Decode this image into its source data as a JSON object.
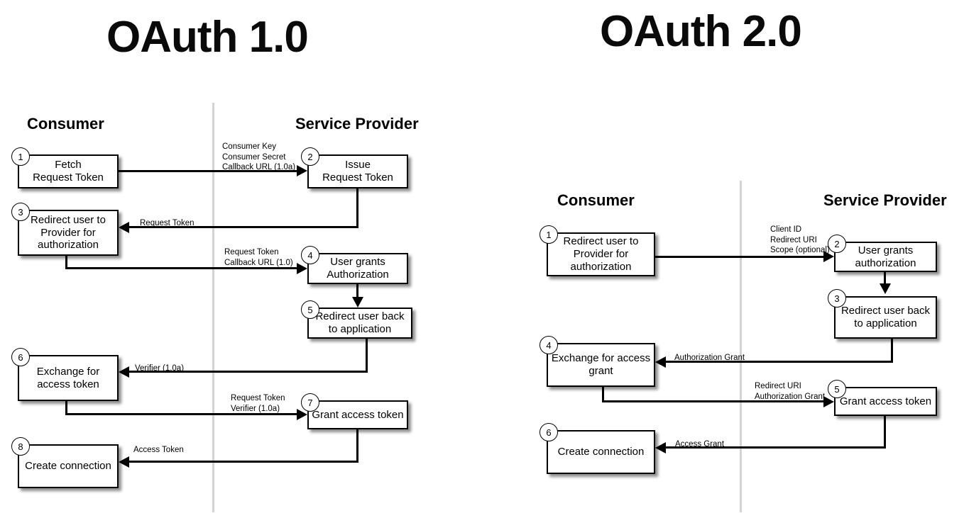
{
  "page": {
    "background_color": "#ffffff",
    "divider_color": "#d3d3d3",
    "line_color": "#000000"
  },
  "diagrams": [
    {
      "id": "oauth1",
      "title": "OAuth 1.0",
      "lanes": {
        "left": "Consumer",
        "right": "Service Provider"
      },
      "steps": [
        {
          "number": "1",
          "label": "Fetch\nRequest Token",
          "lane": "left"
        },
        {
          "number": "2",
          "label": "Issue\nRequest Token",
          "lane": "right"
        },
        {
          "number": "3",
          "label": "Redirect user to\nProvider for\nauthorization",
          "lane": "left"
        },
        {
          "number": "4",
          "label": "User grants\nAuthorization",
          "lane": "right"
        },
        {
          "number": "5",
          "label": "Redirect user back\nto application",
          "lane": "right"
        },
        {
          "number": "6",
          "label": "Exchange for\naccess token",
          "lane": "left"
        },
        {
          "number": "7",
          "label": "Grant access token",
          "lane": "right"
        },
        {
          "number": "8",
          "label": "Create connection",
          "lane": "left"
        }
      ],
      "edge_labels": [
        {
          "id": "e1",
          "text": "Consumer Key\nConsumer Secret\nCallback URL (1.0a)",
          "direction": "right"
        },
        {
          "id": "e2",
          "text": "Request Token",
          "direction": "left"
        },
        {
          "id": "e3",
          "text": "Request Token\nCallback URL (1.0)",
          "direction": "right"
        },
        {
          "id": "e4",
          "text": "Verifier (1.0a)",
          "direction": "left"
        },
        {
          "id": "e5",
          "text": "Request Token\nVerifier (1.0a)",
          "direction": "right"
        },
        {
          "id": "e6",
          "text": "Access Token",
          "direction": "left"
        }
      ]
    },
    {
      "id": "oauth2",
      "title": "OAuth 2.0",
      "lanes": {
        "left": "Consumer",
        "right": "Service Provider"
      },
      "steps": [
        {
          "number": "1",
          "label": "Redirect user to\nProvider for\nauthorization",
          "lane": "left"
        },
        {
          "number": "2",
          "label": "User grants\nauthorization",
          "lane": "right"
        },
        {
          "number": "3",
          "label": "Redirect user back\nto application",
          "lane": "right"
        },
        {
          "number": "4",
          "label": "Exchange for access\ngrant",
          "lane": "left"
        },
        {
          "number": "5",
          "label": "Grant access token",
          "lane": "right"
        },
        {
          "number": "6",
          "label": "Create connection",
          "lane": "left"
        }
      ],
      "edge_labels": [
        {
          "id": "f1",
          "text": "Client ID\nRedirect URI\nScope (optional)",
          "direction": "right"
        },
        {
          "id": "f2",
          "text": "Authorization Grant",
          "direction": "left"
        },
        {
          "id": "f3",
          "text": "Redirect URI\nAuthorization Grant",
          "direction": "right"
        },
        {
          "id": "f4",
          "text": "Access Grant",
          "direction": "left"
        }
      ]
    }
  ]
}
